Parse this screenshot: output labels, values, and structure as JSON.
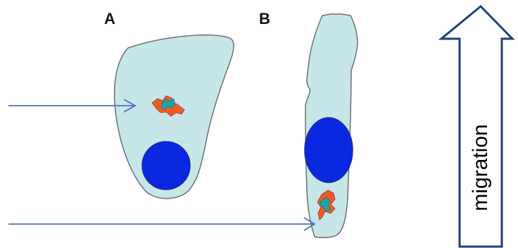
{
  "panels": {
    "a_label": "A",
    "b_label": "B"
  },
  "migration": {
    "label": "migration"
  },
  "colors": {
    "cell_fill": "#c6e6ea",
    "cell_outline": "#6f6f6f",
    "nucleus": "#0a28e0",
    "nucleus_outline": "#1a2a9a",
    "golgi_orange": "#f05a28",
    "golgi_cyan": "#1fa5a5",
    "pointer_arrow": "#4a72b8",
    "migration_arrow": "#1f3f78"
  }
}
